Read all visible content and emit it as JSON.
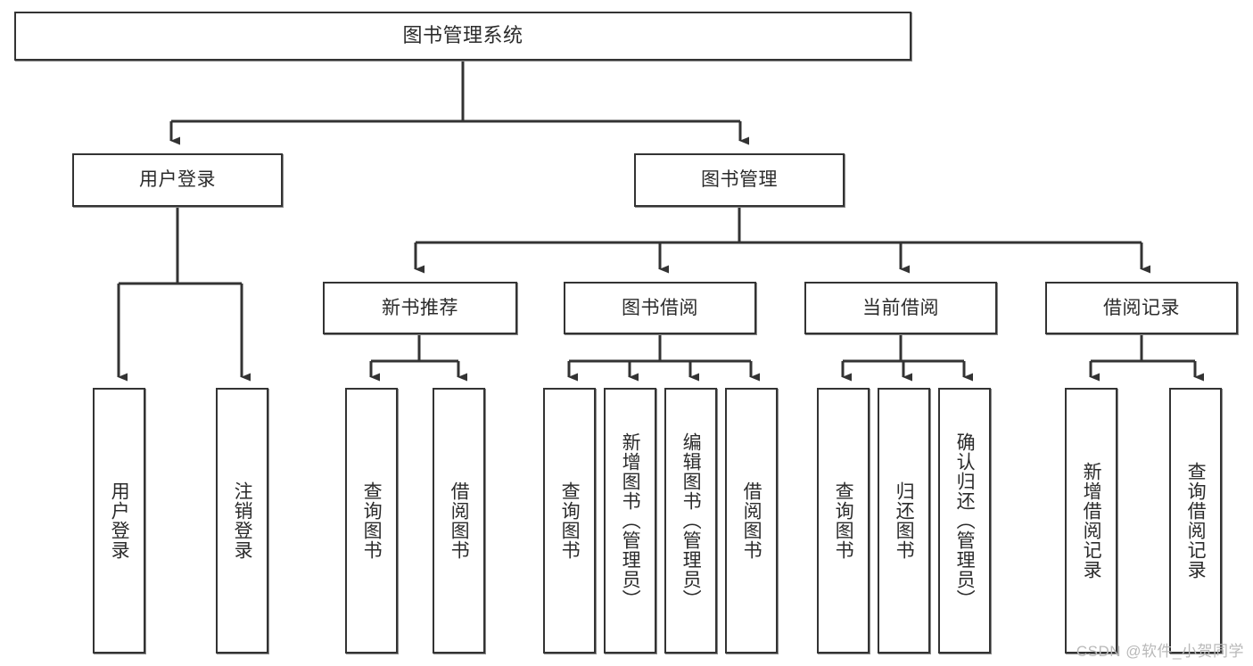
{
  "diagram": {
    "type": "tree",
    "title": "图书管理系统",
    "watermark": "CSDN @软件_小贺同学",
    "colors": {
      "box_border": "#333333",
      "box_fill": "#ffffff",
      "connector": "#333333",
      "text": "#2b2b2b",
      "watermark": "#b9b9b9"
    },
    "nodes": {
      "root": {
        "label": "图书管理系统"
      },
      "level2": [
        {
          "label": "用户登录"
        },
        {
          "label": "图书管理"
        }
      ],
      "level3": [
        {
          "label": "新书推荐"
        },
        {
          "label": "图书借阅"
        },
        {
          "label": "当前借阅"
        },
        {
          "label": "借阅记录"
        }
      ],
      "leaves": {
        "user_login": [
          {
            "label": "用户登录"
          },
          {
            "label": "注销登录"
          }
        ],
        "new_book_recommend": [
          {
            "label": "查询图书"
          },
          {
            "label": "借阅图书"
          }
        ],
        "book_borrow": [
          {
            "label": "查询图书"
          },
          {
            "label": "新增图书（管理员）"
          },
          {
            "label": "编辑图书（管理员）"
          },
          {
            "label": "借阅图书"
          }
        ],
        "current_borrow": [
          {
            "label": "查询图书"
          },
          {
            "label": "归还图书"
          },
          {
            "label": "确认归还（管理员）"
          }
        ],
        "borrow_record": [
          {
            "label": "新增借阅记录"
          },
          {
            "label": "查询借阅记录"
          }
        ]
      }
    },
    "edges": [
      {
        "from": "图书管理系统",
        "to": "用户登录"
      },
      {
        "from": "图书管理系统",
        "to": "图书管理"
      },
      {
        "from": "用户登录",
        "to": "用户登录"
      },
      {
        "from": "用户登录",
        "to": "注销登录"
      },
      {
        "from": "图书管理",
        "to": "新书推荐"
      },
      {
        "from": "图书管理",
        "to": "图书借阅"
      },
      {
        "from": "图书管理",
        "to": "当前借阅"
      },
      {
        "from": "图书管理",
        "to": "借阅记录"
      },
      {
        "from": "新书推荐",
        "to": "查询图书"
      },
      {
        "from": "新书推荐",
        "to": "借阅图书"
      },
      {
        "from": "图书借阅",
        "to": "查询图书"
      },
      {
        "from": "图书借阅",
        "to": "新增图书（管理员）"
      },
      {
        "from": "图书借阅",
        "to": "编辑图书（管理员）"
      },
      {
        "from": "图书借阅",
        "to": "借阅图书"
      },
      {
        "from": "当前借阅",
        "to": "查询图书"
      },
      {
        "from": "当前借阅",
        "to": "归还图书"
      },
      {
        "from": "当前借阅",
        "to": "确认归还（管理员）"
      },
      {
        "from": "借阅记录",
        "to": "新增借阅记录"
      },
      {
        "from": "借阅记录",
        "to": "查询借阅记录"
      }
    ]
  }
}
